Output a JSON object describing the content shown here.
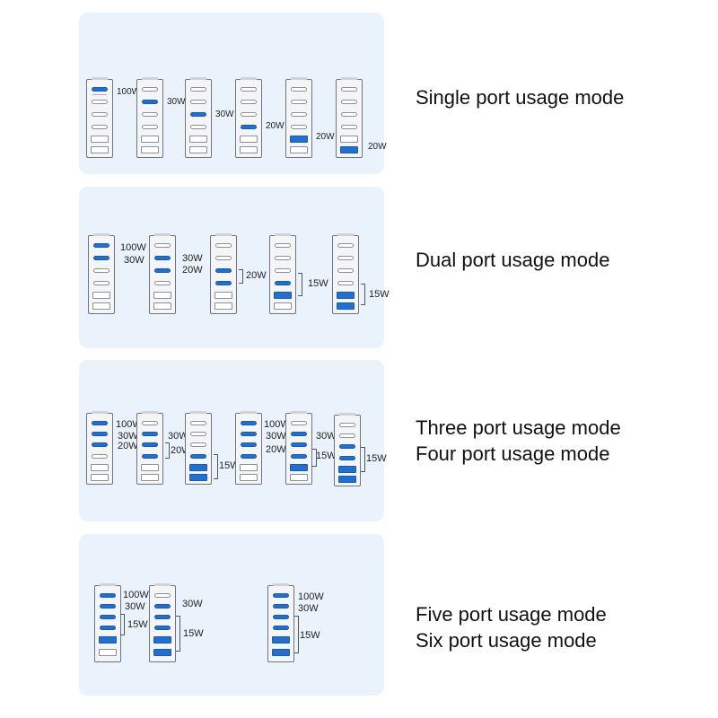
{
  "modes": [
    {
      "label": "Single port usage mode"
    },
    {
      "label": "Dual port usage mode"
    },
    {
      "label": "Three port usage mode",
      "label2": "Four port usage mode"
    },
    {
      "label": "Five port usage mode",
      "label2": "Six port usage mode"
    }
  ],
  "watts": {
    "w100": "100W",
    "w30": "30W",
    "w20": "20W",
    "w15": "15W"
  },
  "colors": {
    "panel": "#eaf3fc",
    "port_active": "#1f6fd6"
  }
}
